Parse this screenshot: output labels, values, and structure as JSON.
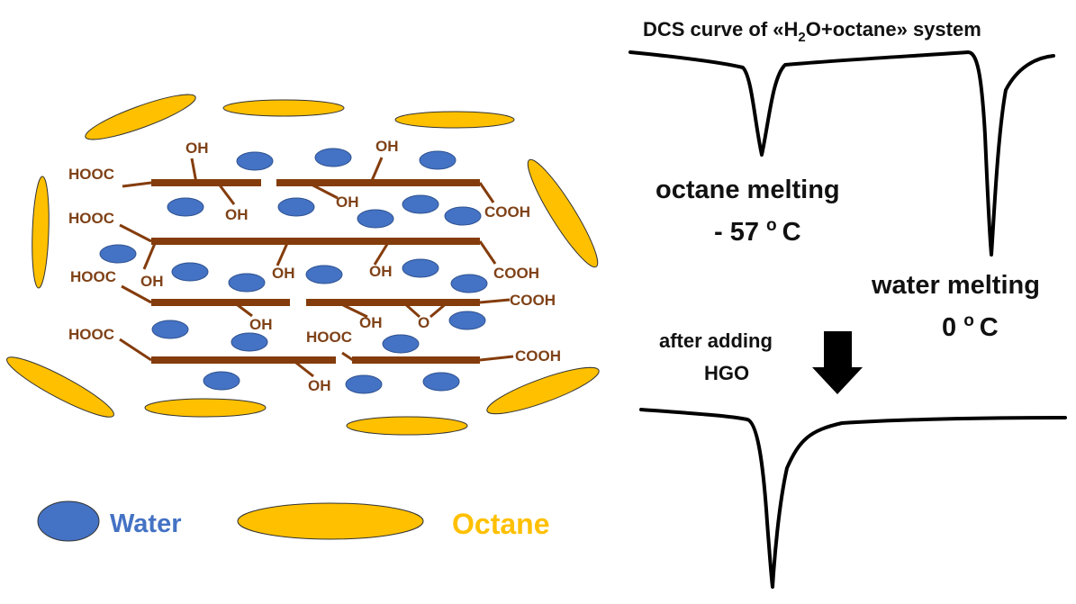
{
  "colors": {
    "water": "#4472c4",
    "octane": "#ffc000",
    "graphene": "#843c0c",
    "curve": "#000000"
  },
  "dsc": {
    "title_part1": "DCS curve of «H",
    "title_sub": "2",
    "title_part2": "O+octane» system",
    "octane_label": "octane melting",
    "octane_temp_value": "- 57 ",
    "octane_temp_sup": "o",
    "octane_temp_unit": "C",
    "water_label": "water melting",
    "water_temp_value": "0 ",
    "water_temp_sup": "o",
    "water_temp_unit": "C",
    "after_line1": "after adding",
    "after_line2": "HGO"
  },
  "legend": {
    "water": "Water",
    "octane": "Octane"
  },
  "groups": {
    "oh": "OH",
    "hooc": "HOOC",
    "cooh": "COOH",
    "o": "O"
  }
}
